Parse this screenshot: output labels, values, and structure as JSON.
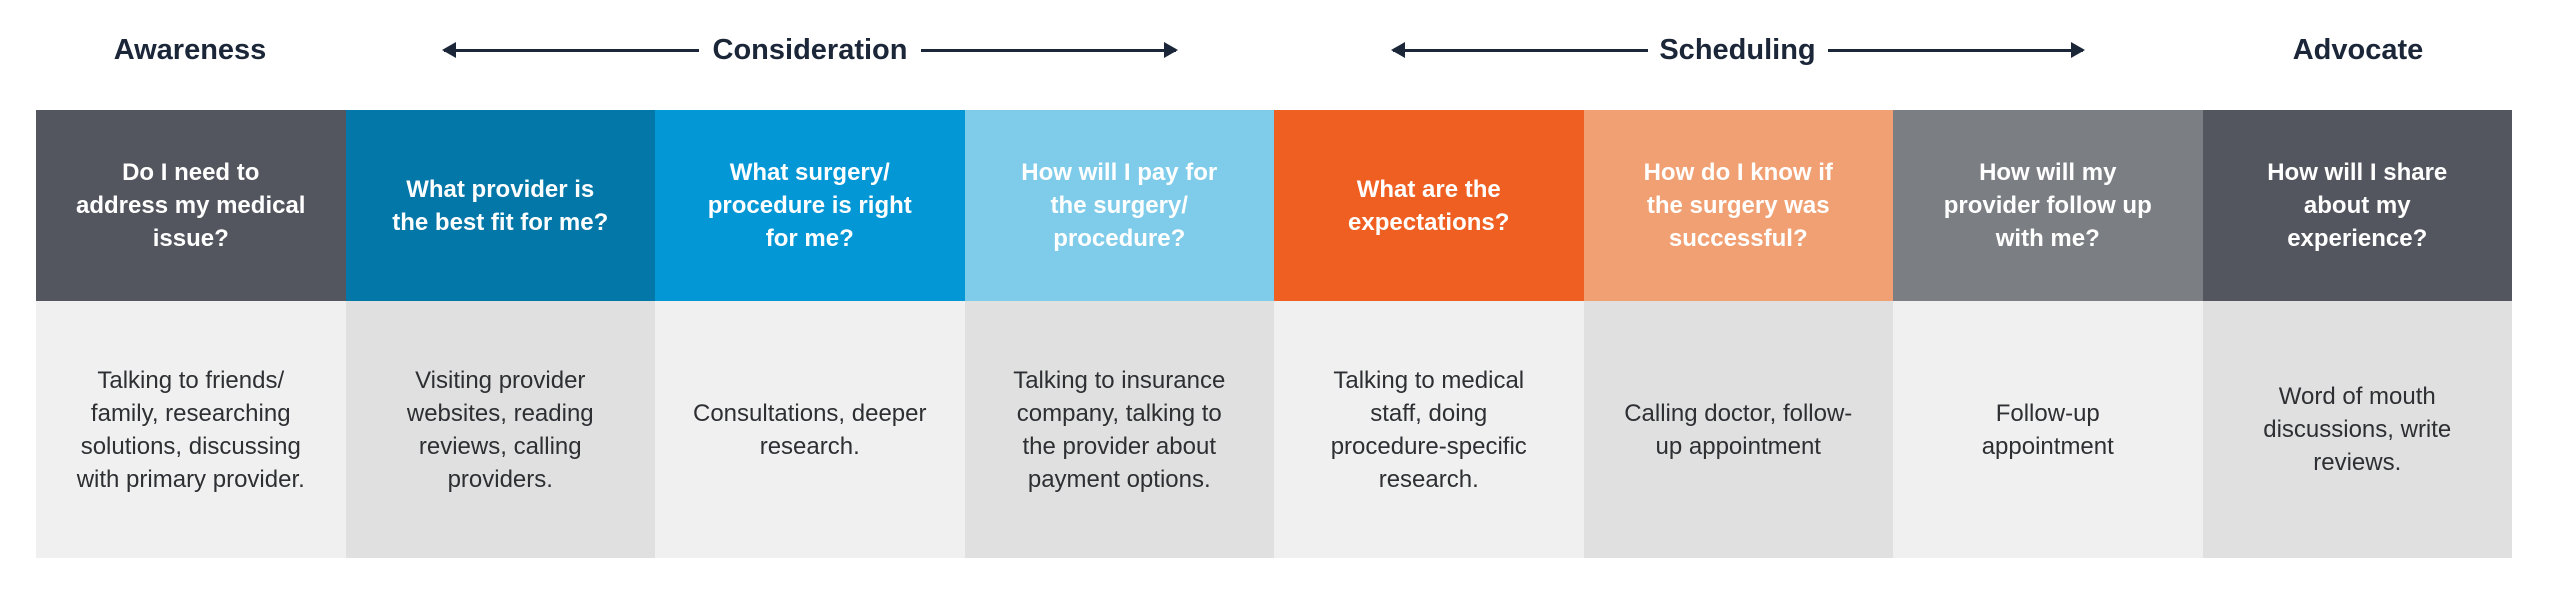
{
  "stages": {
    "awareness": "Awareness",
    "consideration": "Consideration",
    "scheduling": "Scheduling",
    "advocate": "Advocate"
  },
  "columns": [
    {
      "question": "Do I need to address my medical issue?",
      "activity": "Talking to friends/ family, researching solutions, discussing with primary provider.",
      "color": "#53565e"
    },
    {
      "question": "What provider is the best fit for me?",
      "activity": "Visiting provider websites, reading reviews, calling providers.",
      "color": "#0377a8"
    },
    {
      "question": "What surgery/ procedure is right for me?",
      "activity": "Consultations, deeper research.",
      "color": "#0497d6"
    },
    {
      "question": "How will I pay for the surgery/ procedure?",
      "activity": "Talking to insurance company, talking to the provider about payment options.",
      "color": "#7ecbea"
    },
    {
      "question": "What are the expectations?",
      "activity": "Talking to medical staff, doing procedure-specific research.",
      "color": "#f05f22"
    },
    {
      "question": "How do I know if the surgery was successful?",
      "activity": "Calling doctor, follow-up appointment",
      "color": "#f0a072"
    },
    {
      "question": "How will my provider follow up with me?",
      "activity": "Follow-up appointment",
      "color": "#7b7f83"
    },
    {
      "question": "How will I share about my experience?",
      "activity": "Word of mouth discussions, write reviews.",
      "color": "#53565e"
    }
  ]
}
